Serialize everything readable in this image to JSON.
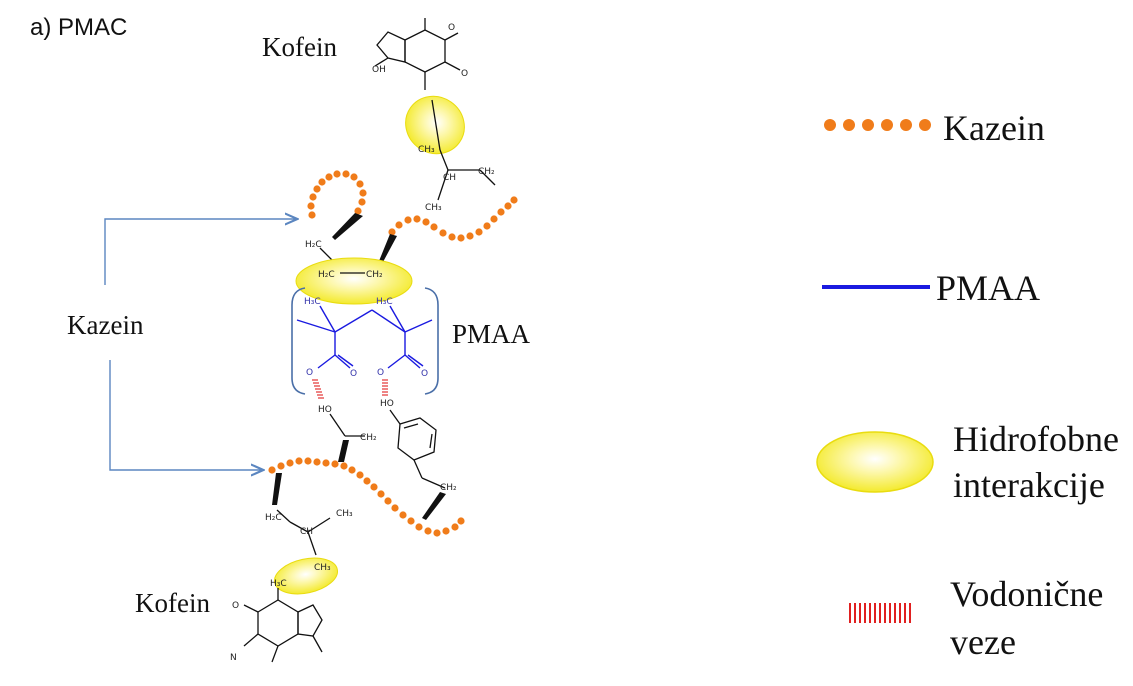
{
  "panel_title": "a) PMAC",
  "labels": {
    "caffeine_top": "Kofein",
    "caffeine_bottom": "Kofein",
    "casein_left": "Kazein",
    "pmaa_center": "PMAA"
  },
  "chem_text": {
    "ch2": "CH₂",
    "ch3": "CH₃",
    "h2c": "H₂C",
    "h3c": "H₃C",
    "ch": "CH",
    "ho": "HO",
    "o": "O",
    "n": "N",
    "oh": "OH"
  },
  "legend": [
    {
      "id": "casein",
      "label_lines": [
        "Kazein"
      ]
    },
    {
      "id": "pmaa",
      "label_lines": [
        "PMAA"
      ]
    },
    {
      "id": "hydrophobic",
      "label_lines": [
        "Hidrofobne",
        "interakcije"
      ]
    },
    {
      "id": "hbond",
      "label_lines": [
        "Vodonične",
        "veze"
      ]
    }
  ],
  "colors": {
    "casein_dots": "#f07c1a",
    "pmaa_line": "#1a1ae0",
    "hydrophobic_fill": "#f7f020",
    "hbond": "#e02020",
    "arrow": "#5b86c0",
    "bracket": "#4a6fa8"
  }
}
